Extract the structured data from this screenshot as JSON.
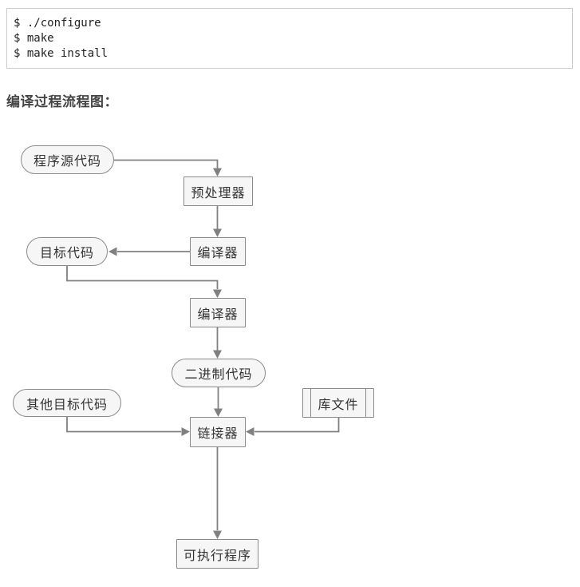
{
  "code_block": {
    "lines": [
      "$ ./configure",
      "$ make",
      "$ make install"
    ]
  },
  "heading": {
    "text": "编译过程流程图："
  },
  "flowchart": {
    "nodes": {
      "source": {
        "label": "程序源代码",
        "shape": "stadium"
      },
      "preprocessor": {
        "label": "预处理器",
        "shape": "rect"
      },
      "compiler_1": {
        "label": "编译器",
        "shape": "rect"
      },
      "object_code": {
        "label": "目标代码",
        "shape": "stadium"
      },
      "compiler_2": {
        "label": "编译器",
        "shape": "rect"
      },
      "binary_code": {
        "label": "二进制代码",
        "shape": "stadium"
      },
      "other_object_code": {
        "label": "其他目标代码",
        "shape": "stadium"
      },
      "library_files": {
        "label": "库文件",
        "shape": "subroutine"
      },
      "linker": {
        "label": "链接器",
        "shape": "rect"
      },
      "executable": {
        "label": "可执行程序",
        "shape": "rect"
      }
    },
    "edges": [
      {
        "from": "source",
        "to": "preprocessor"
      },
      {
        "from": "preprocessor",
        "to": "compiler_1"
      },
      {
        "from": "compiler_1",
        "to": "object_code"
      },
      {
        "from": "object_code",
        "to": "compiler_2"
      },
      {
        "from": "compiler_2",
        "to": "binary_code"
      },
      {
        "from": "binary_code",
        "to": "linker"
      },
      {
        "from": "other_object_code",
        "to": "linker"
      },
      {
        "from": "library_files",
        "to": "linker"
      },
      {
        "from": "linker",
        "to": "executable"
      }
    ],
    "colors": {
      "node_fill": "#f6f6f6",
      "node_border": "#8a8a8a",
      "connector": "#808080",
      "text": "#333333"
    }
  }
}
